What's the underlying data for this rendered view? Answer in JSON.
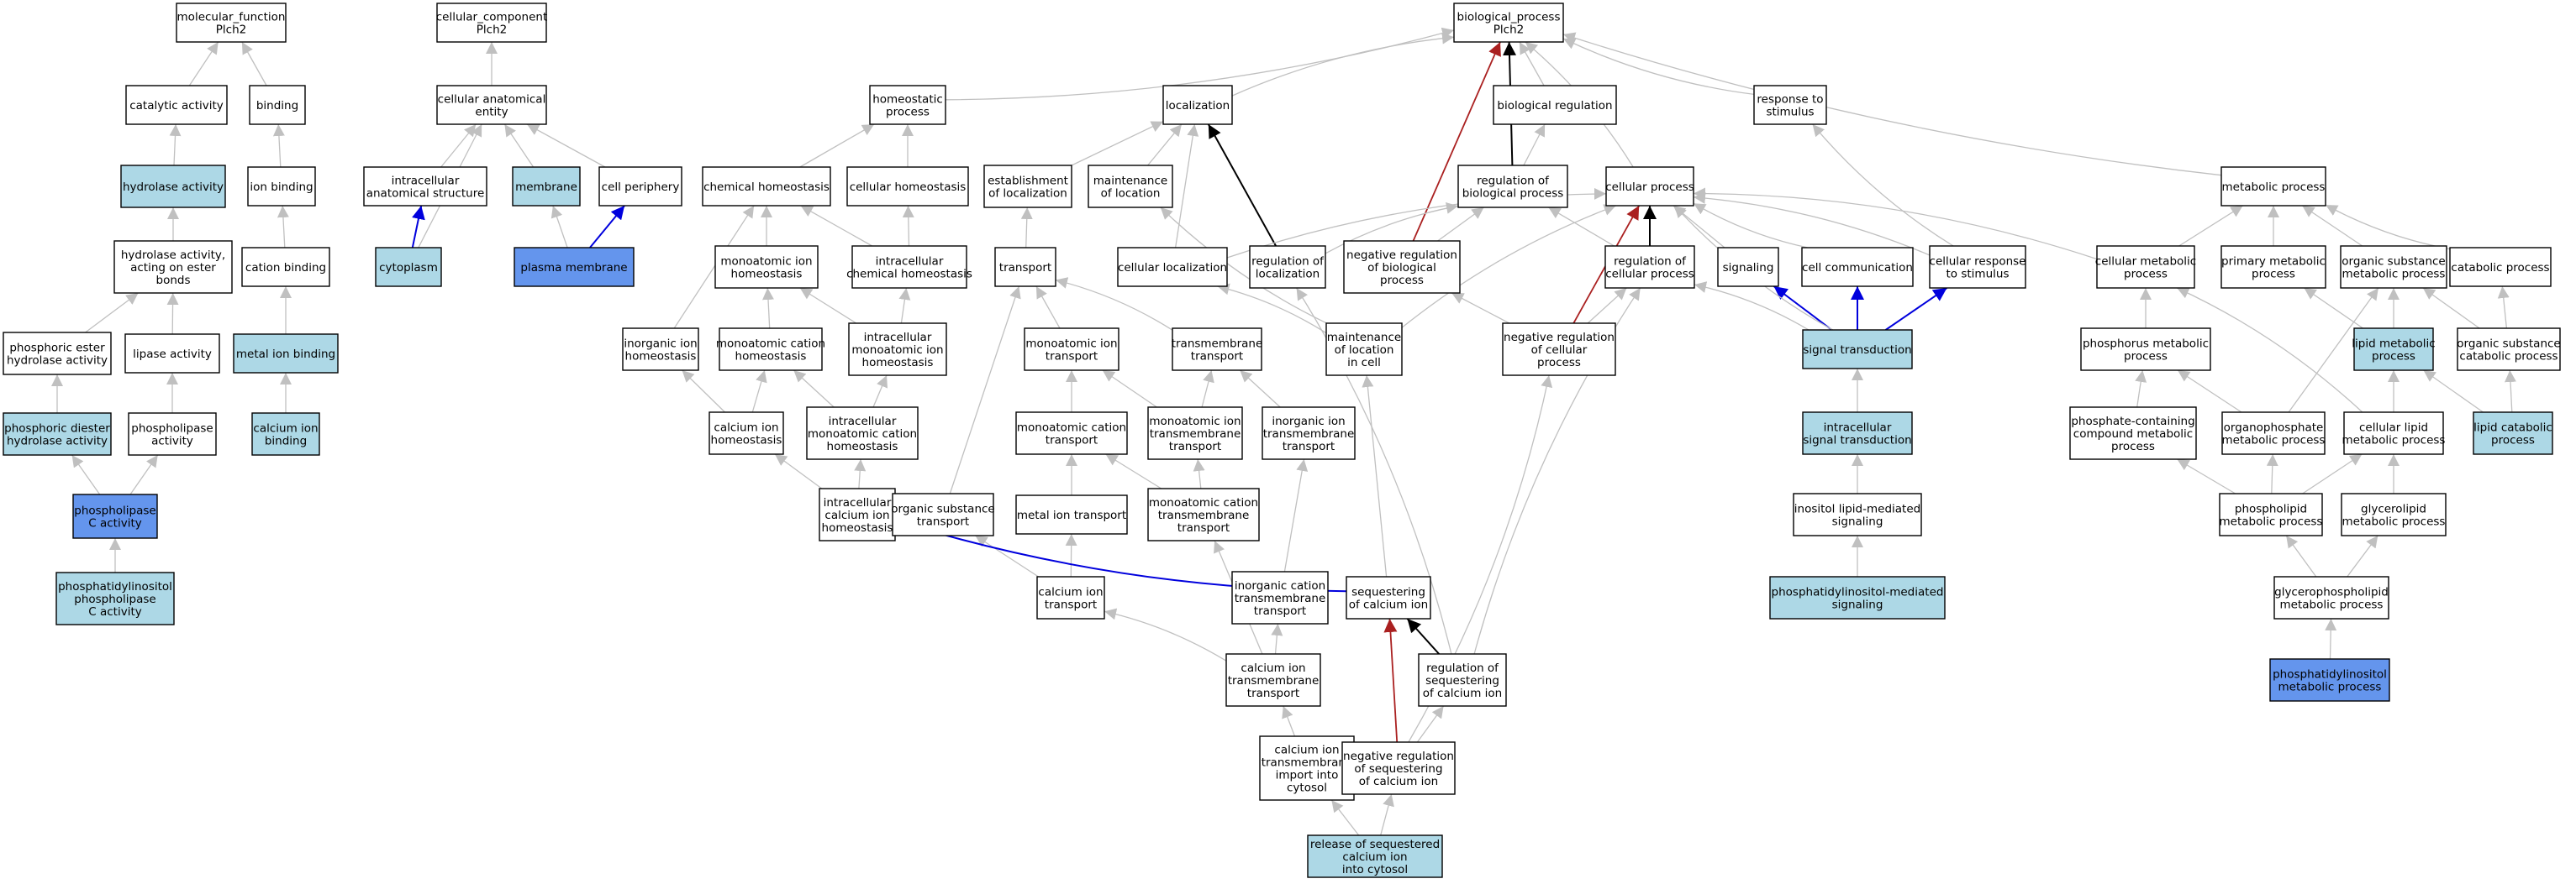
{
  "colors": {
    "white": "#ffffff",
    "light_blue": "#add8e6",
    "blue": "#6495ed",
    "edge_gray": "#c0c0c0",
    "edge_black": "#000000",
    "edge_blue": "#0000dd",
    "edge_red": "#aa2020",
    "border": "#000000"
  },
  "nodes": [
    {
      "id": "mf",
      "label": "molecular_function\nPlch2",
      "fill": "white"
    },
    {
      "id": "catalytic",
      "label": "catalytic activity",
      "fill": "white"
    },
    {
      "id": "binding",
      "label": "binding",
      "fill": "white"
    },
    {
      "id": "hydrolase",
      "label": "hydrolase activity",
      "fill": "light_blue"
    },
    {
      "id": "ionbinding",
      "label": "ion binding",
      "fill": "white"
    },
    {
      "id": "hydester",
      "label": "hydrolase activity,\nacting on ester\nbonds",
      "fill": "white"
    },
    {
      "id": "cationbinding",
      "label": "cation binding",
      "fill": "white"
    },
    {
      "id": "phosester",
      "label": "phosphoric ester\nhydrolase activity",
      "fill": "white"
    },
    {
      "id": "lipase",
      "label": "lipase activity",
      "fill": "white"
    },
    {
      "id": "metalion",
      "label": "metal ion binding",
      "fill": "light_blue"
    },
    {
      "id": "phosdiester",
      "label": "phosphoric diester\nhydrolase activity",
      "fill": "light_blue"
    },
    {
      "id": "phospholipase",
      "label": "phospholipase\nactivity",
      "fill": "white"
    },
    {
      "id": "calciumbinding",
      "label": "calcium ion\nbinding",
      "fill": "light_blue"
    },
    {
      "id": "plc",
      "label": "phospholipase\nC activity",
      "fill": "blue"
    },
    {
      "id": "pipc",
      "label": "phosphatidylinositol\nphospholipase\nC activity",
      "fill": "light_blue"
    },
    {
      "id": "cc",
      "label": "cellular_component\nPlch2",
      "fill": "white"
    },
    {
      "id": "cae",
      "label": "cellular anatomical\nentity",
      "fill": "white"
    },
    {
      "id": "ias",
      "label": "intracellular\nanatomical structure",
      "fill": "white"
    },
    {
      "id": "membrane",
      "label": "membrane",
      "fill": "light_blue"
    },
    {
      "id": "periphery",
      "label": "cell periphery",
      "fill": "white"
    },
    {
      "id": "cytoplasm",
      "label": "cytoplasm",
      "fill": "light_blue"
    },
    {
      "id": "pm",
      "label": "plasma membrane",
      "fill": "blue"
    },
    {
      "id": "bp",
      "label": "biological_process\nPlch2",
      "fill": "white"
    },
    {
      "id": "homeo",
      "label": "homeostatic\nprocess",
      "fill": "white"
    },
    {
      "id": "loc",
      "label": "localization",
      "fill": "white"
    },
    {
      "id": "bioreg",
      "label": "biological regulation",
      "fill": "white"
    },
    {
      "id": "response",
      "label": "response to\nstimulus",
      "fill": "white"
    },
    {
      "id": "chemhomeo",
      "label": "chemical homeostasis",
      "fill": "white"
    },
    {
      "id": "cellhomeo",
      "label": "cellular homeostasis",
      "fill": "white"
    },
    {
      "id": "estloc",
      "label": "establishment\nof localization",
      "fill": "white"
    },
    {
      "id": "maintloc",
      "label": "maintenance\nof location",
      "fill": "white"
    },
    {
      "id": "regbio",
      "label": "regulation of\nbiological process",
      "fill": "white"
    },
    {
      "id": "cellproc",
      "label": "cellular process",
      "fill": "white"
    },
    {
      "id": "metab",
      "label": "metabolic process",
      "fill": "white"
    },
    {
      "id": "monohomeo",
      "label": "monoatomic ion\nhomeostasis",
      "fill": "white"
    },
    {
      "id": "icchemhomeo",
      "label": "intracellular\nchemical homeostasis",
      "fill": "white"
    },
    {
      "id": "transport",
      "label": "transport",
      "fill": "white"
    },
    {
      "id": "cellloc",
      "label": "cellular localization",
      "fill": "white"
    },
    {
      "id": "regloc",
      "label": "regulation of\nlocalization",
      "fill": "white"
    },
    {
      "id": "negregbio",
      "label": "negative regulation\nof biological\nprocess",
      "fill": "white"
    },
    {
      "id": "regcell",
      "label": "regulation of\ncellular process",
      "fill": "white"
    },
    {
      "id": "signaling",
      "label": "signaling",
      "fill": "white"
    },
    {
      "id": "cellcomm",
      "label": "cell communication",
      "fill": "white"
    },
    {
      "id": "cellresp",
      "label": "cellular response\nto stimulus",
      "fill": "white"
    },
    {
      "id": "cellmetab",
      "label": "cellular metabolic\nprocess",
      "fill": "white"
    },
    {
      "id": "primmetab",
      "label": "primary metabolic\nprocess",
      "fill": "white"
    },
    {
      "id": "orgmetab",
      "label": "organic substance\nmetabolic process",
      "fill": "white"
    },
    {
      "id": "catab",
      "label": "catabolic process",
      "fill": "white"
    },
    {
      "id": "inorghomeo",
      "label": "inorganic ion\nhomeostasis",
      "fill": "white"
    },
    {
      "id": "monocathomeo",
      "label": "monoatomic cation\nhomeostasis",
      "fill": "white"
    },
    {
      "id": "icmonohomeo",
      "label": "intracellular\nmonoatomic ion\nhomeostasis",
      "fill": "white"
    },
    {
      "id": "monotrans",
      "label": "monoatomic ion\ntransport",
      "fill": "white"
    },
    {
      "id": "tmtrans",
      "label": "transmembrane\ntransport",
      "fill": "white"
    },
    {
      "id": "maintloccell",
      "label": "maintenance\nof location\nin cell",
      "fill": "white"
    },
    {
      "id": "negregcell",
      "label": "negative regulation\nof cellular\nprocess",
      "fill": "white"
    },
    {
      "id": "sigtrans",
      "label": "signal transduction",
      "fill": "light_blue"
    },
    {
      "id": "phosmetab",
      "label": "phosphorus metabolic\nprocess",
      "fill": "white"
    },
    {
      "id": "lipidmetab",
      "label": "lipid metabolic\nprocess",
      "fill": "light_blue"
    },
    {
      "id": "orgcatab",
      "label": "organic substance\ncatabolic process",
      "fill": "white"
    },
    {
      "id": "calhomeo",
      "label": "calcium ion\nhomeostasis",
      "fill": "white"
    },
    {
      "id": "icmonocathomeo",
      "label": "intracellular\nmonoatomic cation\nhomeostasis",
      "fill": "white"
    },
    {
      "id": "monocattrans",
      "label": "monoatomic cation\ntransport",
      "fill": "white"
    },
    {
      "id": "monotmtrans",
      "label": "monoatomic ion\ntransmembrane\ntransport",
      "fill": "white"
    },
    {
      "id": "inorgtmtrans",
      "label": "inorganic ion\ntransmembrane\ntransport",
      "fill": "white"
    },
    {
      "id": "icsig",
      "label": "intracellular\nsignal transduction",
      "fill": "light_blue"
    },
    {
      "id": "phoscomp",
      "label": "phosphate-containing\ncompound metabolic\nprocess",
      "fill": "white"
    },
    {
      "id": "organophos",
      "label": "organophosphate\nmetabolic process",
      "fill": "white"
    },
    {
      "id": "celllipid",
      "label": "cellular lipid\nmetabolic process",
      "fill": "white"
    },
    {
      "id": "lipidcatab",
      "label": "lipid catabolic\nprocess",
      "fill": "light_blue"
    },
    {
      "id": "iccalhomeo",
      "label": "intracellular\ncalcium ion\nhomeostasis",
      "fill": "white"
    },
    {
      "id": "orgtrans",
      "label": "organic substance\ntransport",
      "fill": "white"
    },
    {
      "id": "metaltrans",
      "label": "metal ion transport",
      "fill": "white"
    },
    {
      "id": "monocattmtrans",
      "label": "monoatomic cation\ntransmembrane\ntransport",
      "fill": "white"
    },
    {
      "id": "inositolsig",
      "label": "inositol lipid-mediated\nsignaling",
      "fill": "white"
    },
    {
      "id": "phospholipid",
      "label": "phospholipid\nmetabolic process",
      "fill": "white"
    },
    {
      "id": "glycerolipid",
      "label": "glycerolipid\nmetabolic process",
      "fill": "white"
    },
    {
      "id": "caltrans",
      "label": "calcium ion\ntransport",
      "fill": "white"
    },
    {
      "id": "inorgcattmtrans",
      "label": "inorganic cation\ntransmembrane\ntransport",
      "fill": "white"
    },
    {
      "id": "seqcal",
      "label": "sequestering\nof calcium ion",
      "fill": "white"
    },
    {
      "id": "pimsig",
      "label": "phosphatidylinositol-mediated\nsignaling",
      "fill": "light_blue"
    },
    {
      "id": "glycerophos",
      "label": "glycerophospholipid\nmetabolic process",
      "fill": "white"
    },
    {
      "id": "caltmtrans",
      "label": "calcium ion\ntransmembrane\ntransport",
      "fill": "white"
    },
    {
      "id": "regseqcal",
      "label": "regulation of\nsequestering\nof calcium ion",
      "fill": "white"
    },
    {
      "id": "pimetab",
      "label": "phosphatidylinositol\nmetabolic process",
      "fill": "blue"
    },
    {
      "id": "caltmimport",
      "label": "calcium ion\ntransmembrane\nimport into\ncytosol",
      "fill": "white"
    },
    {
      "id": "negregseqcal",
      "label": "negative regulation\nof sequestering\nof calcium ion",
      "fill": "white"
    },
    {
      "id": "release",
      "label": "release of sequestered\ncalcium ion\ninto cytosol",
      "fill": "light_blue"
    }
  ],
  "edges": [
    [
      "catalytic",
      "mf",
      "gray"
    ],
    [
      "binding",
      "mf",
      "gray"
    ],
    [
      "hydrolase",
      "catalytic",
      "gray"
    ],
    [
      "ionbinding",
      "binding",
      "gray"
    ],
    [
      "hydester",
      "hydrolase",
      "gray"
    ],
    [
      "cationbinding",
      "ionbinding",
      "gray"
    ],
    [
      "phosester",
      "hydester",
      "gray"
    ],
    [
      "lipase",
      "hydester",
      "gray"
    ],
    [
      "metalion",
      "cationbinding",
      "gray"
    ],
    [
      "phosdiester",
      "phosester",
      "gray"
    ],
    [
      "phospholipase",
      "lipase",
      "gray"
    ],
    [
      "calciumbinding",
      "metalion",
      "gray"
    ],
    [
      "plc",
      "phosdiester",
      "gray"
    ],
    [
      "plc",
      "phospholipase",
      "gray"
    ],
    [
      "pipc",
      "plc",
      "gray"
    ],
    [
      "cae",
      "cc",
      "gray"
    ],
    [
      "ias",
      "cae",
      "gray"
    ],
    [
      "membrane",
      "cae",
      "gray"
    ],
    [
      "periphery",
      "cae",
      "gray"
    ],
    [
      "cytoplasm",
      "ias",
      "blue"
    ],
    [
      "cytoplasm",
      "cae",
      "gray"
    ],
    [
      "pm",
      "periphery",
      "blue"
    ],
    [
      "pm",
      "membrane",
      "gray"
    ],
    [
      "homeo",
      "bp",
      "gray"
    ],
    [
      "loc",
      "bp",
      "gray"
    ],
    [
      "bioreg",
      "bp",
      "gray"
    ],
    [
      "response",
      "bp",
      "gray"
    ],
    [
      "cellproc",
      "bp",
      "gray"
    ],
    [
      "metab",
      "bp",
      "gray"
    ],
    [
      "regbio",
      "bioreg",
      "gray"
    ],
    [
      "regbio",
      "bp",
      "black"
    ],
    [
      "negregbio",
      "bp",
      "red"
    ],
    [
      "chemhomeo",
      "homeo",
      "gray"
    ],
    [
      "cellhomeo",
      "homeo",
      "gray"
    ],
    [
      "estloc",
      "loc",
      "gray"
    ],
    [
      "maintloc",
      "loc",
      "gray"
    ],
    [
      "cellloc",
      "loc",
      "gray"
    ],
    [
      "regloc",
      "loc",
      "black"
    ],
    [
      "regloc",
      "regbio",
      "gray"
    ],
    [
      "negregbio",
      "regbio",
      "gray"
    ],
    [
      "regcell",
      "regbio",
      "gray"
    ],
    [
      "regcell",
      "cellproc",
      "black"
    ],
    [
      "monohomeo",
      "chemhomeo",
      "gray"
    ],
    [
      "icchemhomeo",
      "chemhomeo",
      "gray"
    ],
    [
      "icchemhomeo",
      "cellhomeo",
      "gray"
    ],
    [
      "transport",
      "estloc",
      "gray"
    ],
    [
      "cellloc",
      "cellproc",
      "gray"
    ],
    [
      "signaling",
      "cellproc",
      "gray"
    ],
    [
      "cellcomm",
      "cellproc",
      "gray"
    ],
    [
      "cellresp",
      "cellproc",
      "gray"
    ],
    [
      "cellresp",
      "response",
      "gray"
    ],
    [
      "cellmetab",
      "metab",
      "gray"
    ],
    [
      "primmetab",
      "metab",
      "gray"
    ],
    [
      "orgmetab",
      "metab",
      "gray"
    ],
    [
      "catab",
      "metab",
      "gray"
    ],
    [
      "cellmetab",
      "cellproc",
      "gray"
    ],
    [
      "inorghomeo",
      "chemhomeo",
      "gray"
    ],
    [
      "monocathomeo",
      "monohomeo",
      "gray"
    ],
    [
      "icmonohomeo",
      "monohomeo",
      "gray"
    ],
    [
      "icmonohomeo",
      "icchemhomeo",
      "gray"
    ],
    [
      "monotrans",
      "transport",
      "gray"
    ],
    [
      "tmtrans",
      "transport",
      "gray"
    ],
    [
      "maintloccell",
      "maintloc",
      "gray"
    ],
    [
      "maintloccell",
      "cellloc",
      "gray"
    ],
    [
      "maintloccell",
      "cellproc",
      "gray"
    ],
    [
      "negregcell",
      "regcell",
      "gray"
    ],
    [
      "negregcell",
      "negregbio",
      "gray"
    ],
    [
      "negregcell",
      "cellproc",
      "red"
    ],
    [
      "sigtrans",
      "signaling",
      "blue"
    ],
    [
      "sigtrans",
      "cellcomm",
      "blue"
    ],
    [
      "sigtrans",
      "cellresp",
      "blue"
    ],
    [
      "sigtrans",
      "regcell",
      "gray"
    ],
    [
      "sigtrans",
      "cellproc",
      "gray"
    ],
    [
      "phosmetab",
      "cellmetab",
      "gray"
    ],
    [
      "lipidmetab",
      "orgmetab",
      "gray"
    ],
    [
      "lipidmetab",
      "primmetab",
      "gray"
    ],
    [
      "orgcatab",
      "orgmetab",
      "gray"
    ],
    [
      "orgcatab",
      "catab",
      "gray"
    ],
    [
      "calhomeo",
      "inorghomeo",
      "gray"
    ],
    [
      "calhomeo",
      "monocathomeo",
      "gray"
    ],
    [
      "icmonocathomeo",
      "monocathomeo",
      "gray"
    ],
    [
      "icmonocathomeo",
      "icmonohomeo",
      "gray"
    ],
    [
      "monocattrans",
      "monotrans",
      "gray"
    ],
    [
      "monotmtrans",
      "monotrans",
      "gray"
    ],
    [
      "monotmtrans",
      "tmtrans",
      "gray"
    ],
    [
      "inorgtmtrans",
      "tmtrans",
      "gray"
    ],
    [
      "icsig",
      "sigtrans",
      "gray"
    ],
    [
      "phoscomp",
      "phosmetab",
      "gray"
    ],
    [
      "organophos",
      "phosmetab",
      "gray"
    ],
    [
      "organophos",
      "orgmetab",
      "gray"
    ],
    [
      "celllipid",
      "lipidmetab",
      "gray"
    ],
    [
      "celllipid",
      "cellmetab",
      "gray"
    ],
    [
      "lipidcatab",
      "lipidmetab",
      "gray"
    ],
    [
      "lipidcatab",
      "orgcatab",
      "gray"
    ],
    [
      "iccalhomeo",
      "calhomeo",
      "gray"
    ],
    [
      "iccalhomeo",
      "icmonocathomeo",
      "gray"
    ],
    [
      "orgtrans",
      "transport",
      "gray"
    ],
    [
      "metaltrans",
      "monocattrans",
      "gray"
    ],
    [
      "monocattmtrans",
      "monocattrans",
      "gray"
    ],
    [
      "monocattmtrans",
      "monotmtrans",
      "gray"
    ],
    [
      "inositolsig",
      "icsig",
      "gray"
    ],
    [
      "phospholipid",
      "phoscomp",
      "gray"
    ],
    [
      "phospholipid",
      "organophos",
      "gray"
    ],
    [
      "phospholipid",
      "celllipid",
      "gray"
    ],
    [
      "glycerolipid",
      "celllipid",
      "gray"
    ],
    [
      "caltrans",
      "metaltrans",
      "gray"
    ],
    [
      "caltrans",
      "orgtrans",
      "gray"
    ],
    [
      "inorgcattmtrans",
      "inorgtmtrans",
      "gray"
    ],
    [
      "seqcal",
      "iccalhomeo",
      "blue"
    ],
    [
      "seqcal",
      "maintloccell",
      "gray"
    ],
    [
      "pimsig",
      "inositolsig",
      "gray"
    ],
    [
      "glycerophos",
      "phospholipid",
      "gray"
    ],
    [
      "glycerophos",
      "glycerolipid",
      "gray"
    ],
    [
      "caltmtrans",
      "caltrans",
      "gray"
    ],
    [
      "caltmtrans",
      "inorgcattmtrans",
      "gray"
    ],
    [
      "caltmtrans",
      "monocattmtrans",
      "gray"
    ],
    [
      "regseqcal",
      "seqcal",
      "black"
    ],
    [
      "regseqcal",
      "regloc",
      "gray"
    ],
    [
      "regseqcal",
      "regcell",
      "gray"
    ],
    [
      "pimetab",
      "glycerophos",
      "gray"
    ],
    [
      "caltmimport",
      "caltmtrans",
      "gray"
    ],
    [
      "negregseqcal",
      "regseqcal",
      "gray"
    ],
    [
      "negregseqcal",
      "seqcal",
      "red"
    ],
    [
      "negregseqcal",
      "negregcell",
      "gray"
    ],
    [
      "release",
      "caltmimport",
      "gray"
    ],
    [
      "release",
      "negregseqcal",
      "gray"
    ]
  ]
}
